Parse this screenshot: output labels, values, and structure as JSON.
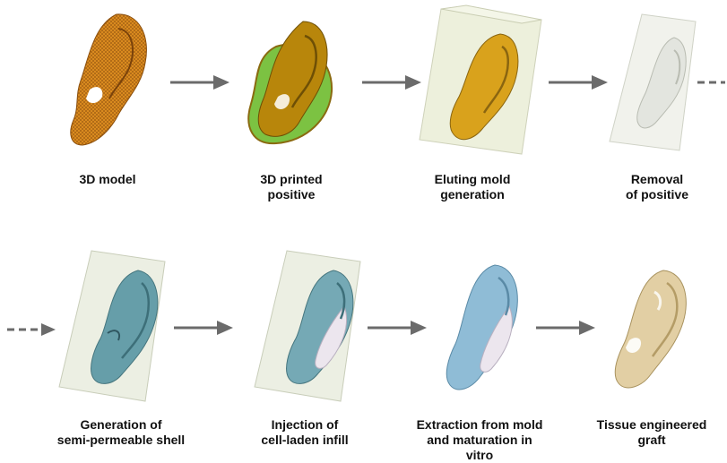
{
  "steps": [
    {
      "id": "3d-model",
      "lines": [
        "3D model"
      ]
    },
    {
      "id": "3d-printed-positive",
      "lines": [
        "3D printed",
        "positive"
      ]
    },
    {
      "id": "eluting-mold-generation",
      "lines": [
        "Eluting mold",
        "generation"
      ]
    },
    {
      "id": "removal-of-positive",
      "lines": [
        "Removal",
        "of positive"
      ]
    },
    {
      "id": "generation-of-shell",
      "lines": [
        "Generation of",
        "semi-permeable shell"
      ]
    },
    {
      "id": "injection-of-infill",
      "lines": [
        "Injection of",
        "cell-laden infill"
      ]
    },
    {
      "id": "extraction-and-maturation",
      "lines": [
        "Extraction from mold",
        "and maturation in",
        "vitro"
      ]
    },
    {
      "id": "tissue-engineered-graft",
      "lines": [
        "Tissue engineered",
        "graft"
      ]
    }
  ],
  "colors": {
    "wireframe": "#d98a1f",
    "printed": "#b8860b",
    "support": "#7cc242",
    "mold": "#ecefd9",
    "shell": "#5f9aa6",
    "infill": "#ece6ee",
    "graft": "#e2cfa4",
    "arrow": "#6b6b6b"
  }
}
